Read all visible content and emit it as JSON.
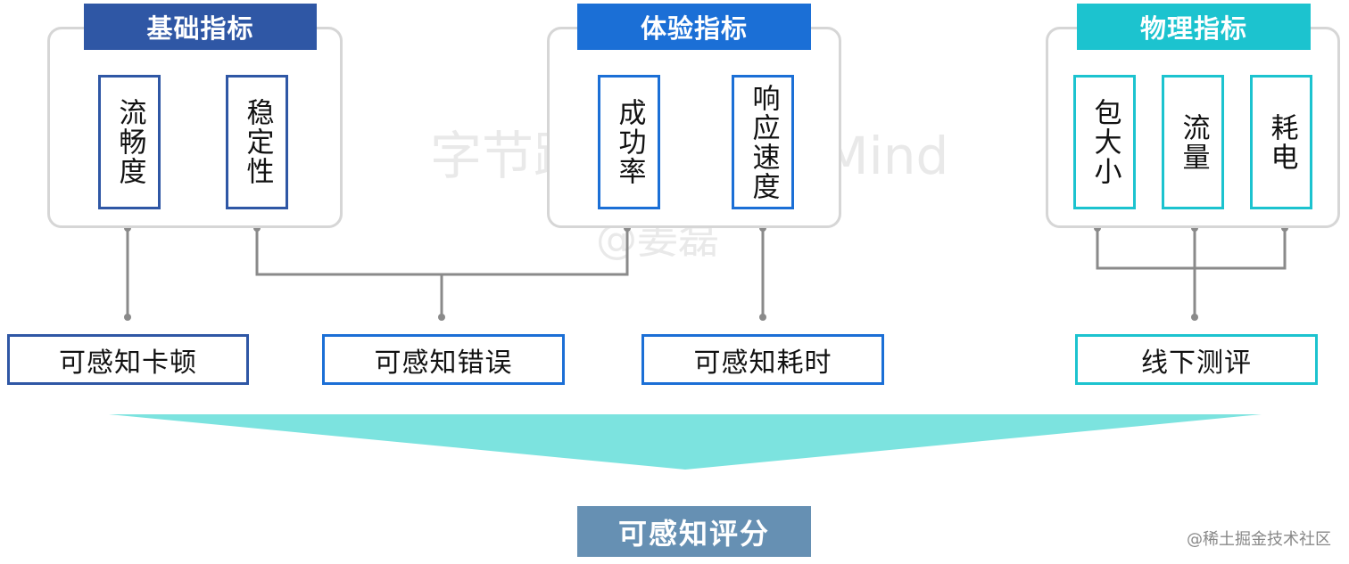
{
  "groups": [
    {
      "title": "基础指标",
      "color": "#2f57a5",
      "metrics": [
        "流畅度",
        "稳定性"
      ]
    },
    {
      "title": "体验指标",
      "color": "#1b6fd6",
      "metrics": [
        "成功率",
        "响应速度"
      ]
    },
    {
      "title": "物理指标",
      "color": "#1cc3cf",
      "metrics": [
        "包大小",
        "流量",
        "耗电"
      ]
    }
  ],
  "outputs": [
    "可感知卡顿",
    "可感知错误",
    "可感知耗时",
    "线下测评"
  ],
  "final_label": "可感知评分",
  "watermark": {
    "line1": "字节跳动 — DevMind",
    "line2": "@姜磊"
  },
  "credit": "@稀土掘金技术社区",
  "colors": {
    "connector": "#8a8a8a",
    "funnel": "#7ce3df",
    "final_bg": "#6690b3"
  }
}
